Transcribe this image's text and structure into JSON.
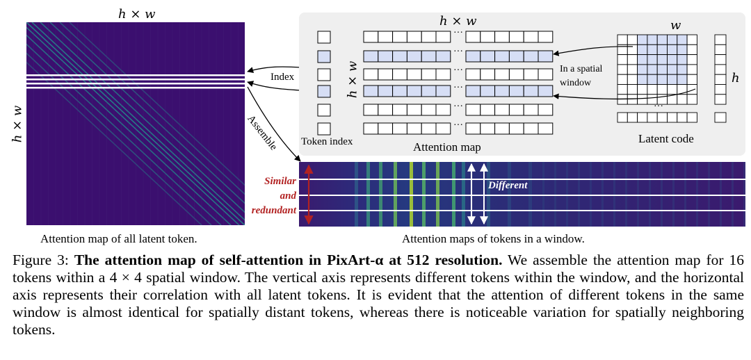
{
  "left_panel": {
    "top_label": "h × w",
    "side_label": "h × w",
    "caption": "Attention map of all latent token."
  },
  "arrows": {
    "index_label": "Index",
    "assemble_label": "Assemble"
  },
  "right_panel": {
    "token_index_label": "Token index",
    "attention_map_top_label": "h × w",
    "attention_map_side_label": "h × w",
    "attention_map_label": "Attention map",
    "window_label_line1": "In a spatial",
    "window_label_line2": "window",
    "latent_w_label": "w",
    "latent_h_label": "h",
    "latent_code_label": "Latent code",
    "dots": "···",
    "vdots": "⋮"
  },
  "strip": {
    "similar_line1": "Similar",
    "similar_line2": "and",
    "similar_line3": "redundant",
    "different_label": "Different",
    "caption": "Attention maps of tokens in a window."
  },
  "caption": {
    "prefix": "Figure 3: ",
    "bold": "The attention map of self-attention in PixArt-α at 512 resolution.",
    "rest": " We assemble the attention map for 16 tokens within a 4 × 4 spatial window. The vertical axis represents different tokens within the window, and the horizontal axis represents their correlation with all latent tokens. It is evident that the attention of different tokens in the same window is almost identical for spatially distant tokens, whereas there is noticeable variation for spatially neighboring tokens."
  },
  "colors": {
    "heatmap_bg": "#3b0f6f",
    "heatmap_diag": "#21918c",
    "highlight_cell": "#d6def5",
    "panel_bg": "#efefef",
    "red_accent": "#b22222"
  }
}
